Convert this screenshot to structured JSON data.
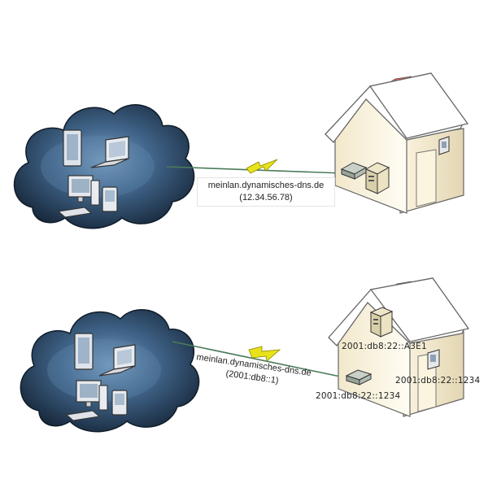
{
  "top": {
    "hostname": "meinlan.dynamisches-dns.de",
    "address": "(12.34.56.78)"
  },
  "bottom": {
    "hostname": "meinlan.dynamisches-dns.de",
    "address": "(2001:db8::1)",
    "server_address": "2001:db8:22::A3E1",
    "router_address": "2001:db8:22::1234",
    "phone_address": "2001:db8:22::1234"
  },
  "colors": {
    "cloud_dark": "#1b3046",
    "cloud_light": "#6e93b8",
    "lightning": "#e8e21a",
    "link_line": "#4b7c5a",
    "house_wall": "#fbf6e6",
    "house_wall_side": "#ede3c4",
    "roof": "#ffffff",
    "chimney": "#d4262c"
  },
  "icons": [
    "cloud-icon",
    "laptop-icon",
    "tablet-icon",
    "desktop-pc-icon",
    "pda-icon",
    "house-icon",
    "router-icon",
    "server-icon",
    "telephone-icon",
    "lightning-icon"
  ]
}
